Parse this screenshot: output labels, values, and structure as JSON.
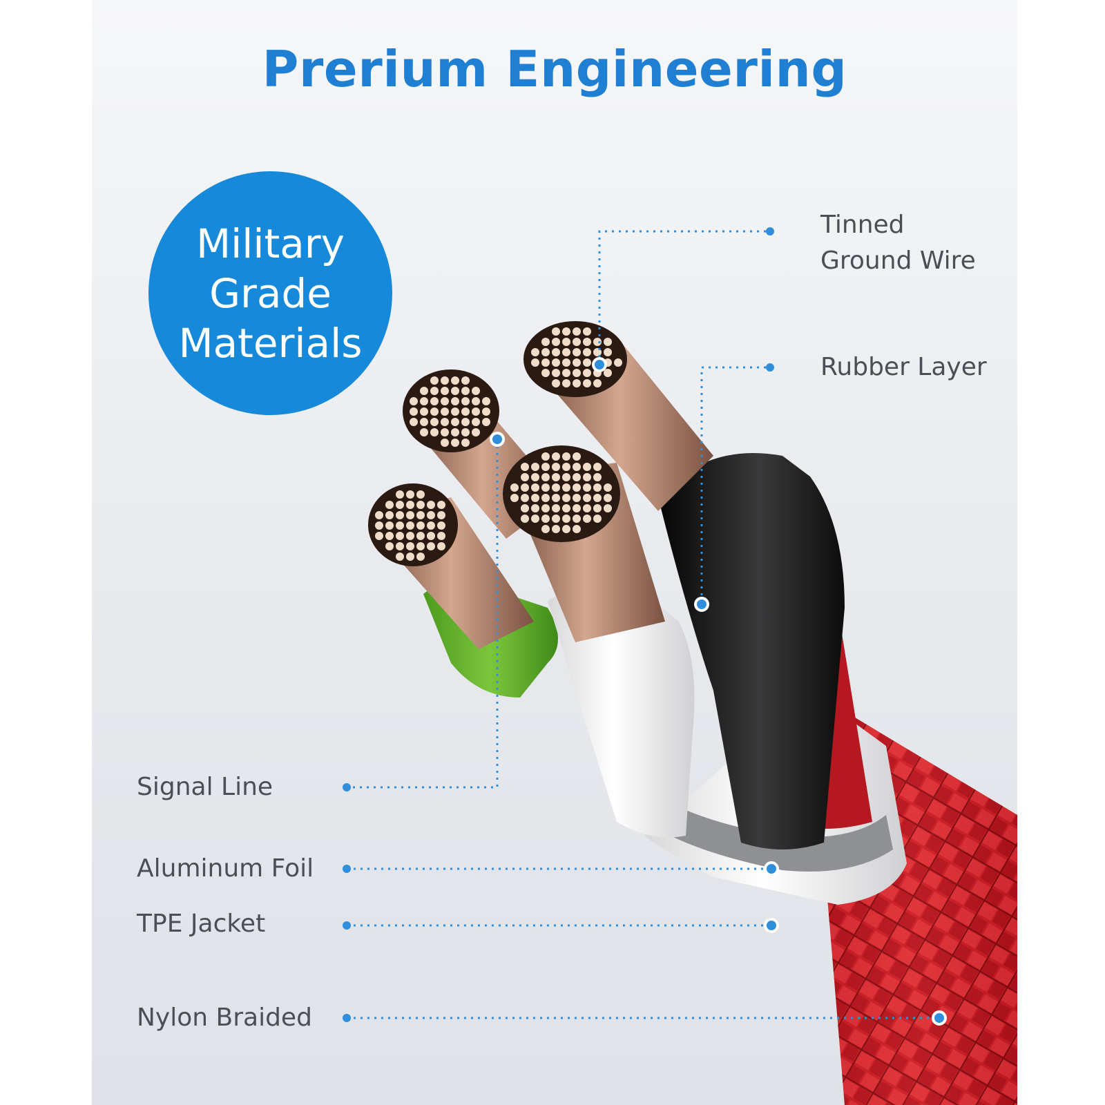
{
  "title": "Prerium Engineering",
  "badge": {
    "lines": [
      "Military",
      "Grade",
      "Materials"
    ],
    "color": "#1689da"
  },
  "callouts": {
    "tinned_ground_wire": [
      "Tinned",
      "Ground Wire"
    ],
    "rubber_layer": "Rubber Layer",
    "signal_line": "Signal Line",
    "aluminum_foil": "Aluminum Foil",
    "tpe_jacket": "TPE Jacket",
    "nylon_braided": "Nylon Braided"
  },
  "colors": {
    "title": "#1f7fd2",
    "callout_line": "#2f8fdc",
    "braid": "#d8222a",
    "copper": "#b98a72",
    "signal_jacket": "#69b52c",
    "rubber": "#1c1c1e"
  }
}
